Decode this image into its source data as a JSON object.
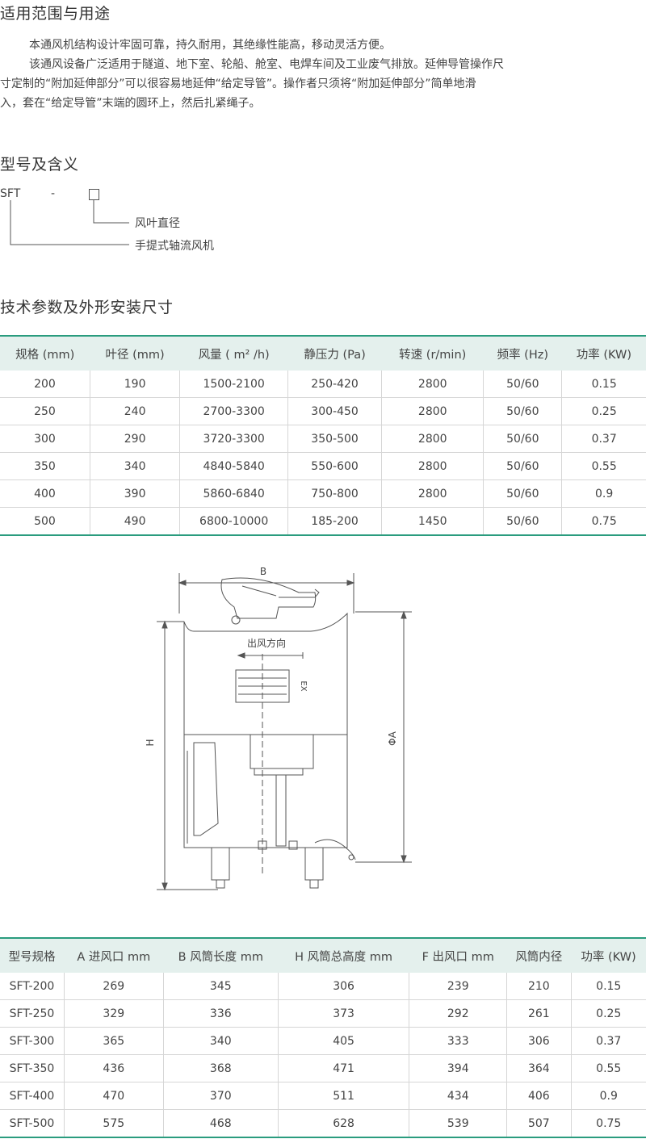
{
  "section1": {
    "title": "适用范围与用途",
    "para1": "本通风机结构设计牢固可靠，持久耐用，其绝缘性能高，移动灵活方便。",
    "para2_line1": "该通风设备广泛适用于隧道、地下室、轮船、舱室、电焊车间及工业废气排放。延伸导管操作尺",
    "para2_line2": "寸定制的“附加延伸部分”可以很容易地延伸“给定导管”。操作者只须将“附加延伸部分”简单地滑",
    "para2_line3": "入，套在“给定导管”末端的圆环上，然后扎紧绳子。"
  },
  "section2": {
    "title": "型号及含义",
    "code_prefix": "SFT",
    "code_dash": "-",
    "label_diameter": "风叶直径",
    "label_type": "手提式轴流风机"
  },
  "section3": {
    "title": "技术参数及外形安装尺寸"
  },
  "table1": {
    "headers": [
      "规格 (mm)",
      "叶径 (mm)",
      "风量 ( m² /h)",
      "静压力 (Pa)",
      "转速 (r/min)",
      "频率 (Hz)",
      "功率 (KW)"
    ],
    "rows": [
      [
        "200",
        "190",
        "1500-2100",
        "250-420",
        "2800",
        "50/60",
        "0.15"
      ],
      [
        "250",
        "240",
        "2700-3300",
        "300-450",
        "2800",
        "50/60",
        "0.25"
      ],
      [
        "300",
        "290",
        "3720-3300",
        "350-500",
        "2800",
        "50/60",
        "0.37"
      ],
      [
        "350",
        "340",
        "4840-5840",
        "550-600",
        "2800",
        "50/60",
        "0.55"
      ],
      [
        "400",
        "390",
        "5860-6840",
        "750-800",
        "2800",
        "50/60",
        "0.9"
      ],
      [
        "500",
        "490",
        "6800-10000",
        "185-200",
        "1450",
        "50/60",
        "0.75"
      ]
    ]
  },
  "diagram": {
    "label_b": "B",
    "label_h": "H",
    "label_phi_a": "ΦA",
    "label_direction": "出风方向",
    "label_ex": "EX"
  },
  "table2": {
    "headers": [
      "型号规格",
      "A 进风口 mm",
      "B 风筒长度 mm",
      "H 风筒总高度 mm",
      "F 出风口 mm",
      "风筒内径",
      "功率 (KW)"
    ],
    "rows": [
      [
        "SFT-200",
        "269",
        "345",
        "306",
        "239",
        "210",
        "0.15"
      ],
      [
        "SFT-250",
        "329",
        "336",
        "373",
        "292",
        "261",
        "0.25"
      ],
      [
        "SFT-300",
        "365",
        "340",
        "405",
        "333",
        "306",
        "0.37"
      ],
      [
        "SFT-350",
        "436",
        "368",
        "471",
        "394",
        "364",
        "0.55"
      ],
      [
        "SFT-400",
        "470",
        "370",
        "511",
        "434",
        "406",
        "0.9"
      ],
      [
        "SFT-500",
        "575",
        "468",
        "628",
        "539",
        "507",
        "0.75"
      ]
    ]
  }
}
